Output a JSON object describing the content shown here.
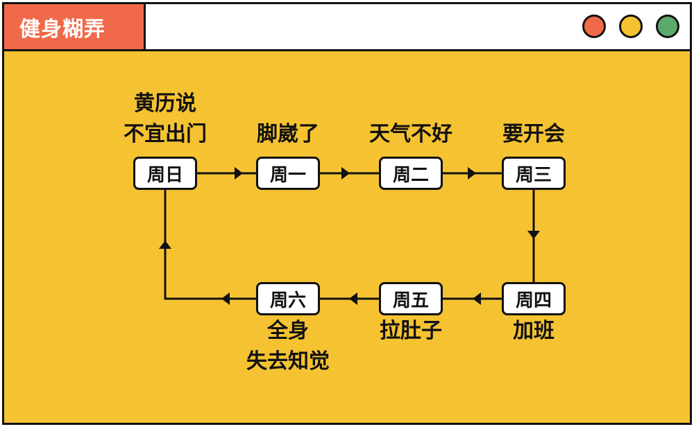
{
  "window": {
    "title": "健身糊弄",
    "controls": {
      "red": "#F0694A",
      "yellow": "#F5C232",
      "green": "#5DA96B"
    },
    "background": "#F5C232"
  },
  "diagram": {
    "nodes": [
      {
        "id": "sun",
        "label": "周日",
        "note": "黄历说\n不宜出门"
      },
      {
        "id": "mon",
        "label": "周一",
        "note": "脚崴了"
      },
      {
        "id": "tue",
        "label": "周二",
        "note": "天气不好"
      },
      {
        "id": "wed",
        "label": "周三",
        "note": "要开会"
      },
      {
        "id": "thu",
        "label": "周四",
        "note": "加班"
      },
      {
        "id": "fri",
        "label": "周五",
        "note": "拉肚子"
      },
      {
        "id": "sat",
        "label": "周六",
        "note": "全身\n失去知觉"
      }
    ],
    "edges": [
      [
        "sun",
        "mon"
      ],
      [
        "mon",
        "tue"
      ],
      [
        "tue",
        "wed"
      ],
      [
        "wed",
        "thu"
      ],
      [
        "thu",
        "fri"
      ],
      [
        "fri",
        "sat"
      ],
      [
        "sat",
        "sun"
      ]
    ]
  }
}
